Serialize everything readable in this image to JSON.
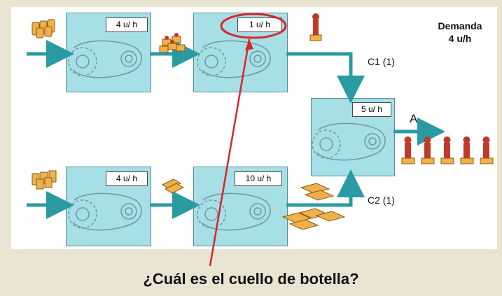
{
  "machines": {
    "m1": {
      "rate": "4 u/ h"
    },
    "m2": {
      "rate": "1 u/ h"
    },
    "m3": {
      "rate": "5 u/ h"
    },
    "m4": {
      "rate": "4 u/ h"
    },
    "m5": {
      "rate": "10 u/ h"
    }
  },
  "labels": {
    "c1": "C1  (1)",
    "c2": "C2  (1)",
    "a": "A",
    "demand_title": "Demanda",
    "demand_value": "4 u/h"
  },
  "question": "¿Cuál es el cuello de botella?",
  "colors": {
    "machine_fill": "#a6dfe6",
    "flow_arrow": "#2a9aa3",
    "highlight": "#d8262b",
    "parts": "#f0b04c",
    "figure": "#c0392b"
  },
  "icons": [
    "cylinder-parts-icon",
    "cake-parts-icon",
    "worker-figure-icon",
    "gear-icon",
    "block-parts-icon",
    "tile-parts-icon"
  ]
}
